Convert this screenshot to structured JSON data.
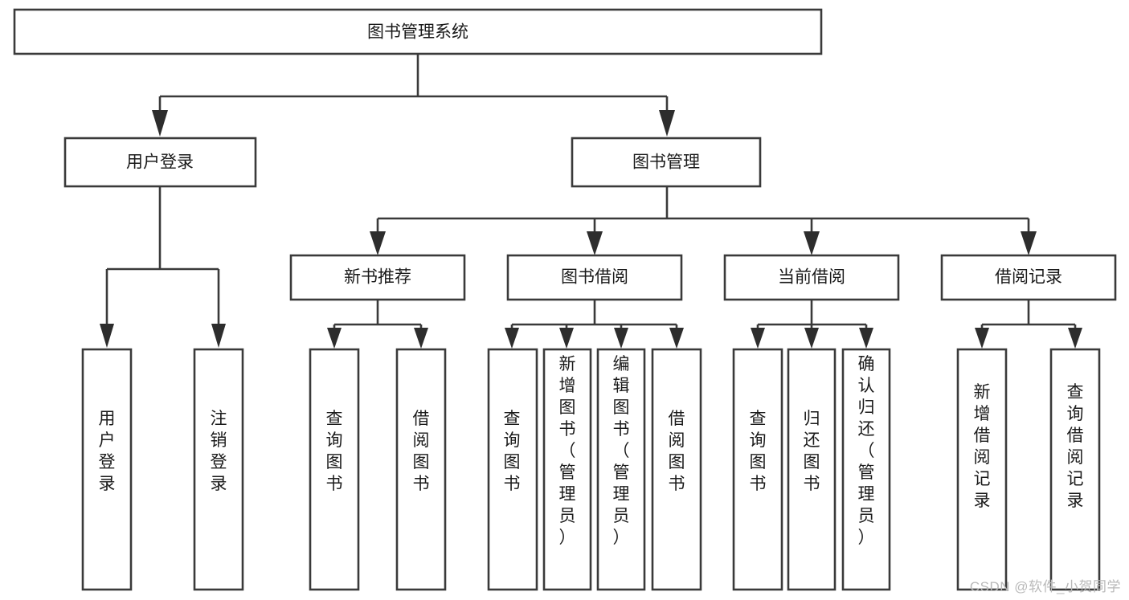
{
  "diagram": {
    "title": "图书管理系统",
    "type": "tree-hierarchy",
    "orientation": "top-down",
    "colors": {
      "stroke": "#3a3a3a",
      "fill": "#ffffff",
      "text": "#1a1a1a",
      "watermark": "#b9b9b9"
    },
    "root": {
      "id": "root",
      "label": "图书管理系统"
    },
    "level1": [
      {
        "id": "user-login",
        "label": "用户登录"
      },
      {
        "id": "book-manage",
        "label": "图书管理"
      }
    ],
    "level2": [
      {
        "id": "new-book-recommend",
        "label": "新书推荐",
        "parent": "book-manage"
      },
      {
        "id": "book-borrow",
        "label": "图书借阅",
        "parent": "book-manage"
      },
      {
        "id": "current-borrow",
        "label": "当前借阅",
        "parent": "book-manage"
      },
      {
        "id": "borrow-record",
        "label": "借阅记录",
        "parent": "book-manage"
      }
    ],
    "leaves": [
      {
        "id": "leaf-user-login",
        "label": "用户登录",
        "parent": "user-login"
      },
      {
        "id": "leaf-user-logout",
        "label": "注销登录",
        "parent": "user-login"
      },
      {
        "id": "leaf-query-book-1",
        "label": "查询图书",
        "parent": "new-book-recommend"
      },
      {
        "id": "leaf-borrow-book-1",
        "label": "借阅图书",
        "parent": "new-book-recommend"
      },
      {
        "id": "leaf-query-book-2",
        "label": "查询图书",
        "parent": "book-borrow"
      },
      {
        "id": "leaf-add-book",
        "label": "新增图书（管理员）",
        "parent": "book-borrow"
      },
      {
        "id": "leaf-edit-book",
        "label": "编辑图书（管理员）",
        "parent": "book-borrow"
      },
      {
        "id": "leaf-borrow-book-2",
        "label": "借阅图书",
        "parent": "book-borrow"
      },
      {
        "id": "leaf-query-book-3",
        "label": "查询图书",
        "parent": "current-borrow"
      },
      {
        "id": "leaf-return-book",
        "label": "归还图书",
        "parent": "current-borrow"
      },
      {
        "id": "leaf-confirm-return",
        "label": "确认归还（管理员）",
        "parent": "current-borrow"
      },
      {
        "id": "leaf-add-record",
        "label": "新增借阅记录",
        "parent": "borrow-record"
      },
      {
        "id": "leaf-query-record",
        "label": "查询借阅记录",
        "parent": "borrow-record"
      }
    ]
  },
  "watermark": {
    "text": "CSDN @软件_小贺同学"
  }
}
